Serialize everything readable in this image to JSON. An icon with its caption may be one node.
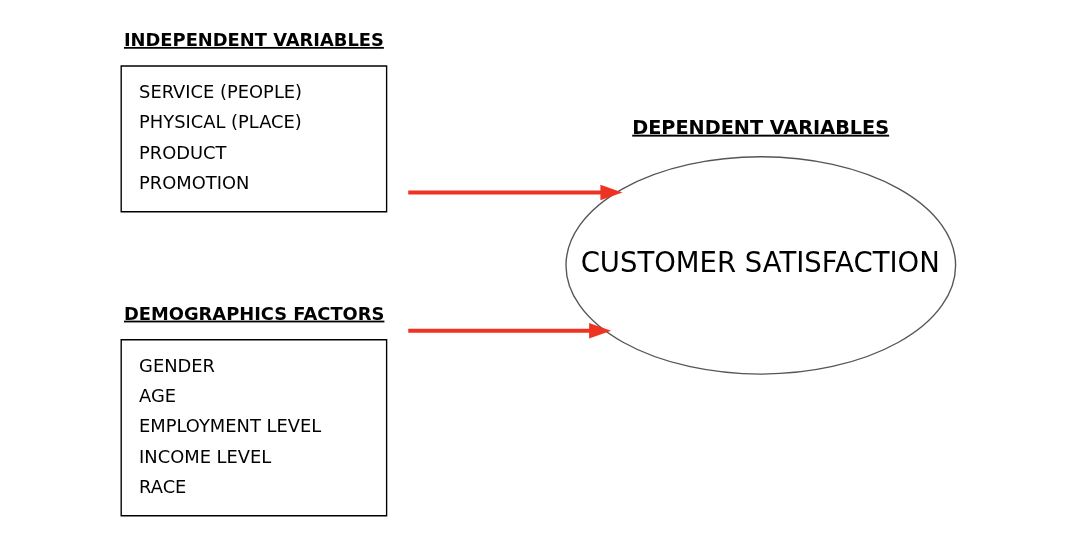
{
  "diagram": {
    "nodes": [
      {
        "text": [
          "INDEPENDENT VARIABLES",
          "SERVICE (PEOPLE)",
          "PHYSICAL (PLACE)",
          "PRODUCT",
          "PROMOTION"
        ]
      },
      {
        "text": [
          "DEMOGRAPHICS FACTORS",
          "GENDER",
          "AGE",
          "EMPLOYMENT LEVEL",
          "INCOME LEVEL",
          "RACE"
        ]
      },
      {
        "text": [
          "DEPENDENT VARIABLES",
          "CUSTOMER SATISFACTION"
        ]
      }
    ],
    "edges": [
      {
        "from": 0,
        "to": 2,
        "arrow": "to"
      },
      {
        "from": 1,
        "to": 2,
        "arrow": "to"
      }
    ]
  }
}
